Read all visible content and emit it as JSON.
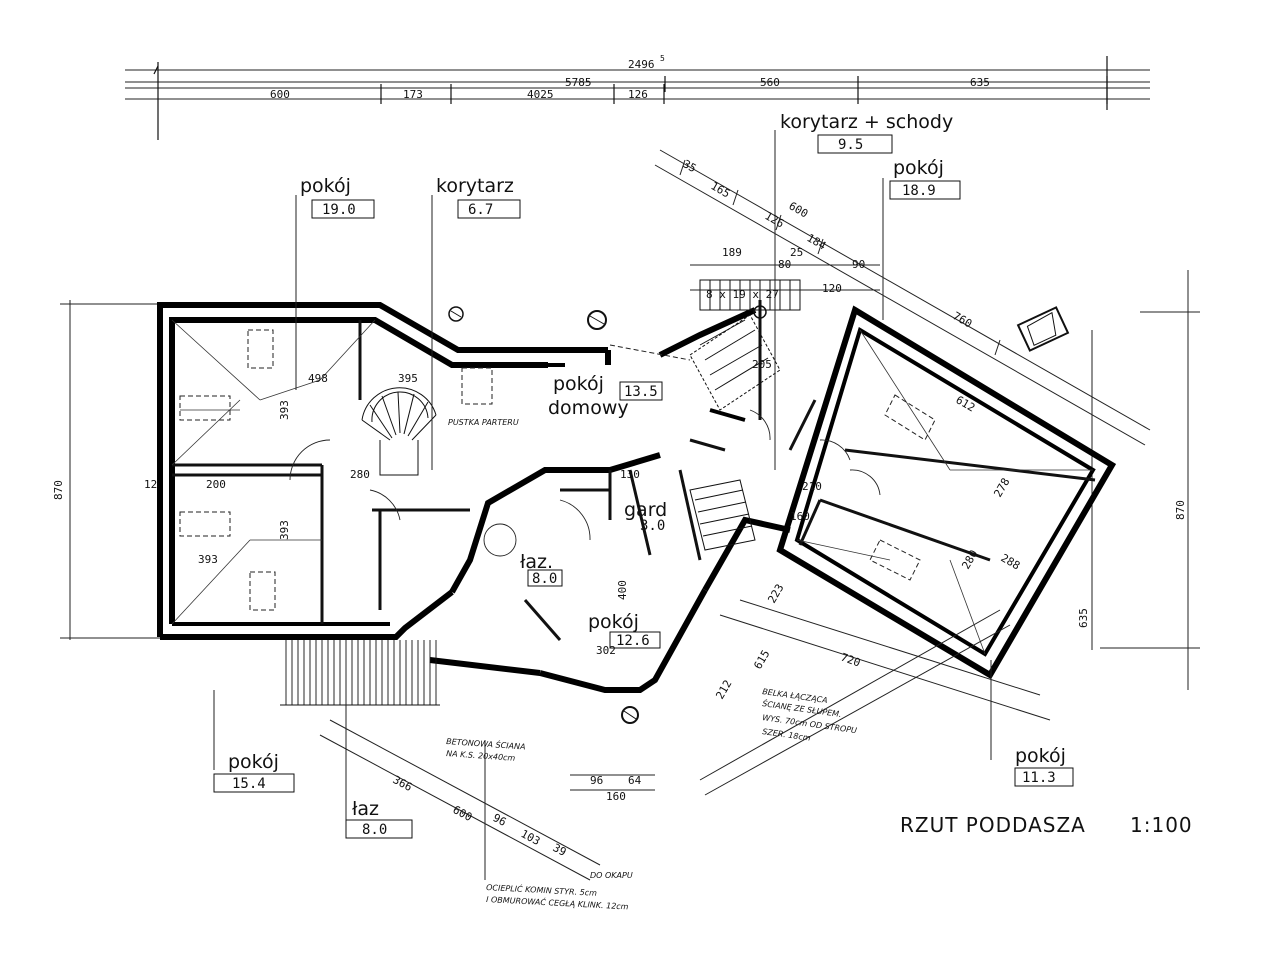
{
  "dims_top": {
    "total": "2496",
    "total_sup": "5",
    "d5785": "5785",
    "d600": "600",
    "d173": "173",
    "d4025": "4025",
    "d126": "126",
    "d560": "560",
    "d635": "635"
  },
  "rooms": {
    "pokoj_a": {
      "label": "pokój",
      "area": "19.0"
    },
    "korytarz": {
      "label": "korytarz",
      "area": "6.7"
    },
    "korytarz_schody": {
      "label": "korytarz + schody",
      "area": "9.5"
    },
    "pokoj_b": {
      "label": "pokój",
      "area": "18.9"
    },
    "pokoj_domowy_1": "pokój",
    "pokoj_domowy_2": "domowy",
    "pokoj_domowy_area": "13.5",
    "gard": {
      "label": "gard",
      "area": "3.0"
    },
    "laz_inner": {
      "label": "łaz.",
      "area": "8.0"
    },
    "pokoj_c": {
      "label": "pokój",
      "area": "12.6"
    },
    "pokoj_d": {
      "label": "pokój",
      "area": "15.4"
    },
    "laz_outer": {
      "label": "łaz",
      "area": "8.0"
    },
    "pokoj_e": {
      "label": "pokój",
      "area": "11.3"
    }
  },
  "dims_left": {
    "h870": "870",
    "d200": "200",
    "d393a": "393",
    "d393b": "393",
    "d393c": "393",
    "d498": "498",
    "d395": "395",
    "d12a": "12"
  },
  "dims_right": {
    "h870": "870",
    "d635": "635",
    "d760": "760",
    "d720": "720",
    "d615": "615"
  },
  "dims_diag": {
    "d35": "35",
    "d165": "165",
    "d600": "600",
    "d126": "126",
    "d184": "184",
    "d189": "189",
    "d25": "25",
    "d80": "80",
    "d90": "90",
    "d120": "120",
    "d8x19x27": "8 x 19 x 27",
    "d205": "205",
    "d280": "280",
    "d130": "130",
    "d210": "210",
    "d160": "160",
    "d400": "400",
    "d302": "302",
    "d223": "223",
    "d212": "212",
    "d96": "96",
    "d64": "64",
    "d160b": "160",
    "d366": "366",
    "d600b": "600",
    "d96b": "96",
    "d103": "103",
    "d39": "39",
    "d278": "278",
    "d612": "612",
    "d288": "288",
    "d280b": "280"
  },
  "notes": {
    "pustka": "PUSTKA PARTERU",
    "belka_1": "BELKA ŁĄCZĄCA",
    "belka_2": "ŚCIANĘ ZE SŁUPEM.",
    "belka_3": "WYS. 70cm OD STROPU",
    "belka_4": "SZER. 18cm",
    "beton_1": "BETONOWA ŚCIANA",
    "beton_2": "NA K.S. 20x40cm",
    "do_okapu": "DO OKAPU",
    "ocieplic_1": "OCIEPLIĆ KOMIN STYR. 5cm",
    "ocieplic_2": "I OBMUROWAĆ CEGŁĄ KLINK. 12cm"
  },
  "title": {
    "text": "RZUT PODDASZA",
    "scale": "1:100"
  }
}
